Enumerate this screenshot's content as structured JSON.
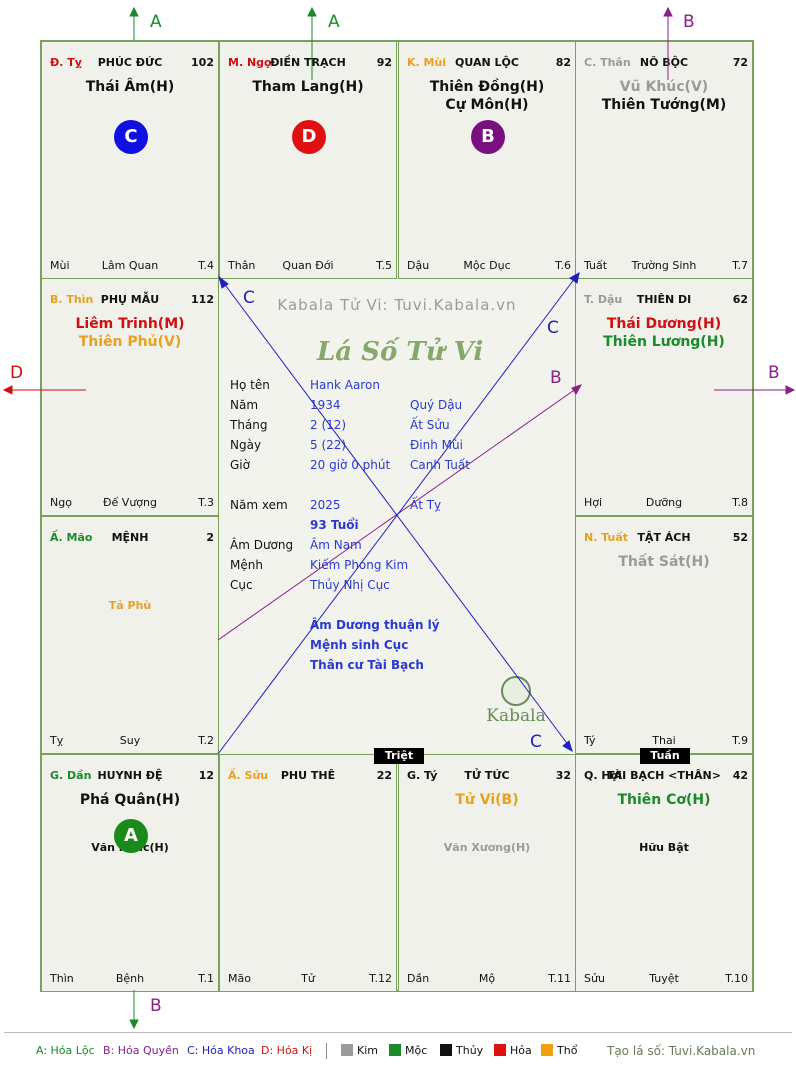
{
  "cells": [
    {
      "pal": "Đ. Tỵ",
      "palColor": "#d01010",
      "name": "PHÚC ĐỨC",
      "num": "102",
      "stars": [
        {
          "t": "Thái Âm(H)",
          "c": "#111"
        }
      ],
      "minor": [],
      "bl": "Mùi",
      "bc": "Lâm Quan",
      "br": "T.4"
    },
    {
      "pal": "M. Ngọ",
      "palColor": "#d01010",
      "name": "ĐIỀN TRẠCH",
      "num": "92",
      "stars": [
        {
          "t": "Tham Lang(H)",
          "c": "#111"
        }
      ],
      "minor": [],
      "bl": "Thân",
      "bc": "Quan Đới",
      "br": "T.5"
    },
    {
      "pal": "K. Mùi",
      "palColor": "#e8a020",
      "name": "QUAN LỘC",
      "num": "82",
      "stars": [
        {
          "t": "Thiên Đồng(H)",
          "c": "#111"
        },
        {
          "t": "Cự Môn(H)",
          "c": "#111"
        }
      ],
      "minor": [],
      "bl": "Dậu",
      "bc": "Mộc Dục",
      "br": "T.6"
    },
    {
      "pal": "C. Thân",
      "palColor": "#9a9a9a",
      "name": "NÔ BỘC",
      "num": "72",
      "stars": [
        {
          "t": "Vũ Khúc(V)",
          "c": "#9a9a9a"
        },
        {
          "t": "Thiên Tướng(M)",
          "c": "#111"
        }
      ],
      "minor": [],
      "bl": "Tuất",
      "bc": "Trường Sinh",
      "br": "T.7"
    },
    {
      "pal": "B. Thìn",
      "palColor": "#e8a020",
      "name": "PHỤ MẪU",
      "num": "112",
      "stars": [
        {
          "t": "Liêm Trinh(M)",
          "c": "#d01010"
        },
        {
          "t": "Thiên Phủ(V)",
          "c": "#e8a020"
        }
      ],
      "minor": [],
      "bl": "Ngọ",
      "bc": "Đế Vượng",
      "br": "T.3"
    },
    {
      "pal": "T. Dậu",
      "palColor": "#9a9a9a",
      "name": "THIÊN DI",
      "num": "62",
      "stars": [
        {
          "t": "Thái Dương(H)",
          "c": "#d01010"
        },
        {
          "t": "Thiên Lương(H)",
          "c": "#1a8a2a"
        }
      ],
      "minor": [],
      "bl": "Hợi",
      "bc": "Dưỡng",
      "br": "T.8"
    },
    {
      "pal": "Ấ. Mão",
      "palColor": "#1a8a2a",
      "name": "MỆNH",
      "num": "2",
      "stars": [],
      "minor": [
        {
          "t": "Tả Phù",
          "c": "#e8a020"
        }
      ],
      "bl": "Tỵ",
      "bc": "Suy",
      "br": "T.2"
    },
    {
      "pal": "N. Tuất",
      "palColor": "#e8a020",
      "name": "TẬT ÁCH",
      "num": "52",
      "stars": [
        {
          "t": "Thất Sát(H)",
          "c": "#9a9a9a"
        }
      ],
      "minor": [],
      "bl": "Tý",
      "bc": "Thai",
      "br": "T.9"
    },
    {
      "pal": "G. Dần",
      "palColor": "#1a8a2a",
      "name": "HUYNH ĐỆ",
      "num": "12",
      "stars": [
        {
          "t": "Phá Quân(H)",
          "c": "#111"
        }
      ],
      "minor": [
        {
          "t": "Văn Khúc(H)",
          "c": "#111"
        }
      ],
      "bl": "Thìn",
      "bc": "Bệnh",
      "br": "T.1"
    },
    {
      "pal": "Ấ. Sửu",
      "palColor": "#e8a020",
      "name": "PHU THÊ",
      "num": "22",
      "stars": [],
      "minor": [],
      "bl": "Mão",
      "bc": "Tử",
      "br": "T.12"
    },
    {
      "pal": "G. Tý",
      "palColor": "#111",
      "name": "TỬ TỨC",
      "num": "32",
      "stars": [
        {
          "t": "Tử Vi(B)",
          "c": "#e8a020"
        }
      ],
      "minor": [
        {
          "t": "Văn Xương(H)",
          "c": "#9a9a9a"
        }
      ],
      "bl": "Dần",
      "bc": "Mộ",
      "br": "T.11"
    },
    {
      "pal": "Q. Hợi",
      "palColor": "#111",
      "name": "TÀI BẠCH <THÂN>",
      "num": "42",
      "stars": [
        {
          "t": "Thiên Cơ(H)",
          "c": "#1a8a2a"
        }
      ],
      "minor": [
        {
          "t": "Hữu Bật",
          "c": "#111"
        }
      ],
      "bl": "Sửu",
      "bc": "Tuyệt",
      "br": "T.10"
    }
  ],
  "badges": [
    {
      "letter": "C",
      "color": "#1010e0"
    },
    {
      "letter": "D",
      "color": "#e01010"
    },
    {
      "letter": "B",
      "color": "#7a1080"
    },
    {
      "letter": "A",
      "color": "#1a8a1a"
    }
  ],
  "watermark": "Kabala Tử Vi: Tuvi.Kabala.vn",
  "title": "Lá Số Tử Vi",
  "info": [
    {
      "label": "Họ tên",
      "v1": "Hank Aaron",
      "v2": ""
    },
    {
      "label": "Năm",
      "v1": "1934",
      "v2": "Quý Dậu"
    },
    {
      "label": "Tháng",
      "v1": "2  (12)",
      "v2": "Ất Sửu"
    },
    {
      "label": "Ngày",
      "v1": "5  (22)",
      "v2": "Đinh Mùi"
    },
    {
      "label": "Giờ",
      "v1": "20 giờ 0 phút",
      "v2": "Canh Tuất"
    }
  ],
  "info2": [
    {
      "label": "Năm xem",
      "v1": "2025",
      "v2": "Ất Tỵ"
    },
    {
      "label": "",
      "v1": "93 Tuổi",
      "v2": ""
    },
    {
      "label": "Âm Dương",
      "v1": "Âm Nam",
      "v2": ""
    },
    {
      "label": "Mệnh",
      "v1": "Kiếm Phong Kim",
      "v2": ""
    },
    {
      "label": "Cục",
      "v1": "Thủy Nhị Cục",
      "v2": ""
    }
  ],
  "notes": [
    "Âm Dương thuận lý",
    "Mệnh sinh Cục",
    "Thân cư Tài Bạch"
  ],
  "logo": "Kabala",
  "tags": {
    "triet": "Triệt",
    "tuan": "Tuần"
  },
  "arrowLabels": {
    "topA1": "A",
    "topA2": "A",
    "topB": "B",
    "leftD": "D",
    "rightB": "B",
    "bottomB": "B",
    "c1": "C",
    "c2": "C",
    "c3": "C",
    "b1": "B"
  },
  "legend": {
    "a": "A: Hóa Lộc",
    "b": "B: Hóa Quyền",
    "c": "C: Hóa Khoa",
    "d": "D: Hóa Kị",
    "kim": "Kim",
    "moc": "Mộc",
    "thuy": "Thủy",
    "hoa": "Hỏa",
    "tho": "Thổ",
    "credit": "Tạo lá số: Tuvi.Kabala.vn"
  },
  "colors": {
    "kim": "#9a9a9a",
    "moc": "#1a8a2a",
    "thuy": "#111111",
    "hoa": "#e01010",
    "tho": "#f0a010"
  }
}
